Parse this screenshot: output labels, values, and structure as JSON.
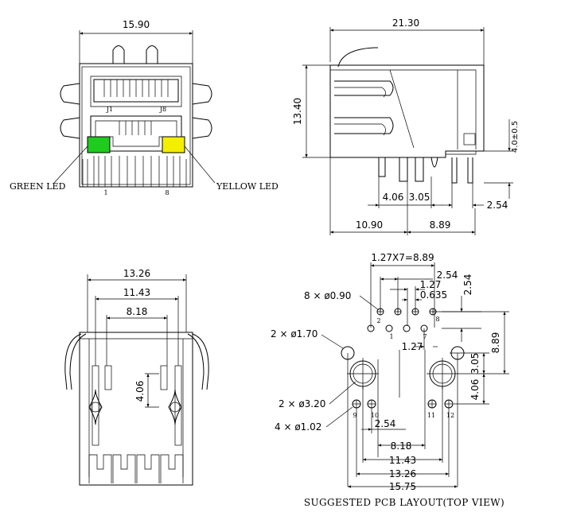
{
  "front_view": {
    "width_dim": "15.90",
    "pin_j1": "J1",
    "pin_j8": "J8",
    "pin_1": "1",
    "pin_8": "8",
    "green_led_label": "GREEN LED",
    "yellow_led_label": "YELLOW LED",
    "green_color": "#1ecb1e",
    "yellow_color": "#f4ee00"
  },
  "side_view": {
    "length_dim": "21.30",
    "height_dim": "13.40",
    "standoff_dim": "4.0±0.5",
    "dim_4_06": "4.06",
    "dim_3_05": "3.05",
    "dim_2_54": "2.54",
    "dim_10_90": "10.90",
    "dim_8_89": "8.89"
  },
  "bottom_view": {
    "dim_13_26": "13.26",
    "dim_11_43": "11.43",
    "dim_8_18": "8.18",
    "dim_4_06": "4.06"
  },
  "pcb_layout": {
    "pitch_dim": "1.27X7=8.89",
    "dim_2_54_a": "2.54",
    "dim_1_27_a": "1.27",
    "dim_0_635": "0.635",
    "dim_2_54_v": "2.54",
    "hole_090": "8 × ø0.90",
    "hole_170": "2 × ø1.70",
    "hole_320": "2 × ø3.20",
    "hole_102": "4 × ø1.02",
    "dim_1_27_b": "1.27",
    "dim_8_89_v": "8.89",
    "dim_3_05_v": "3.05",
    "dim_4_06_v": "4.06",
    "dim_2_54_b": "2.54",
    "dim_8_18": "8.18",
    "dim_11_43": "11.43",
    "dim_13_26": "13.26",
    "dim_15_75": "15.75",
    "pin_1": "1",
    "pin_2": "2",
    "pin_7": "7",
    "pin_8": "8",
    "pin_9": "9",
    "pin_10": "10",
    "pin_11": "11",
    "pin_12": "12",
    "caption": "SUGGESTED PCB LAYOUT(TOP VIEW)"
  }
}
